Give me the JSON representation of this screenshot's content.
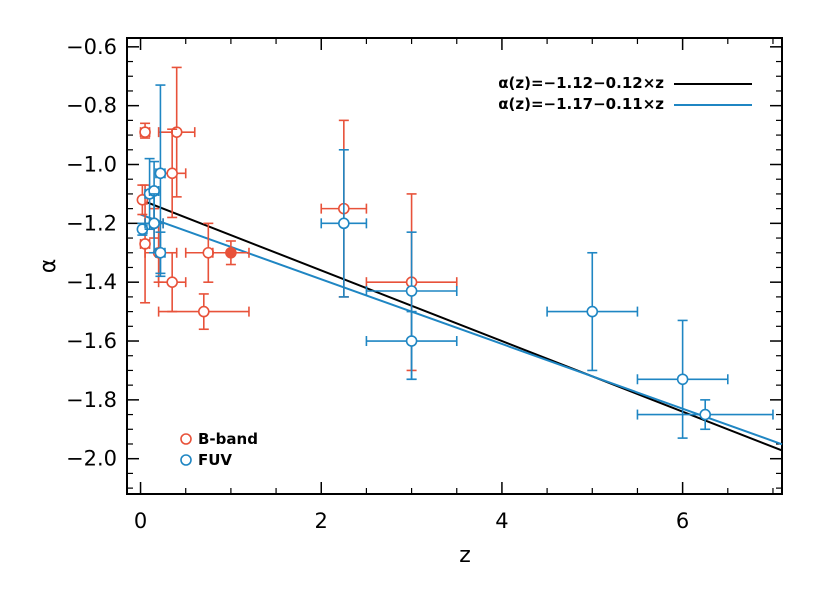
{
  "chart_data": {
    "type": "scatter",
    "xlabel": "z",
    "ylabel": "α",
    "xlim": [
      -0.15,
      7.1
    ],
    "ylim": [
      -2.12,
      -0.57
    ],
    "x_ticks": [
      0,
      2,
      4,
      6
    ],
    "x_tick_labels": [
      "0",
      "2",
      "4",
      "6"
    ],
    "y_ticks": [
      -2.0,
      -1.8,
      -1.6,
      -1.4,
      -1.2,
      -1.0,
      -0.8,
      -0.6
    ],
    "y_tick_labels": [
      "−2.0",
      "−1.8",
      "−1.6",
      "−1.4",
      "−1.2",
      "−1.0",
      "−0.8",
      "−0.6"
    ],
    "grid": false,
    "colors": {
      "bband": "#e8523a",
      "fuv": "#1f86c3",
      "fit_black": "#000000"
    },
    "fit_lines": [
      {
        "label": "α(z)=−1.12−0.12×z",
        "intercept": -1.12,
        "slope": -0.12,
        "color": "#000000"
      },
      {
        "label": "α(z)=−1.17−0.11×z",
        "intercept": -1.17,
        "slope": -0.11,
        "color": "#1f86c3"
      }
    ],
    "series": [
      {
        "name": "B-band",
        "color": "#e8523a",
        "points": [
          {
            "x": 0.05,
            "y": -0.89,
            "xerr": [
              0.05,
              0.05
            ],
            "yerr": [
              0.02,
              0.03
            ]
          },
          {
            "x": 0.02,
            "y": -1.12,
            "xerr": [
              0.0,
              0.05
            ],
            "yerr": [
              0.05,
              0.05
            ]
          },
          {
            "x": 0.05,
            "y": -1.27,
            "xerr": [
              0.05,
              0.05
            ],
            "yerr": [
              0.2,
              0.2
            ]
          },
          {
            "x": 0.4,
            "y": -0.89,
            "xerr": [
              0.2,
              0.2
            ],
            "yerr": [
              0.22,
              0.22
            ]
          },
          {
            "x": 0.35,
            "y": -1.03,
            "xerr": [
              0.15,
              0.15
            ],
            "yerr": [
              0.15,
              0.15
            ]
          },
          {
            "x": 0.15,
            "y": -1.2,
            "xerr": [
              0.1,
              0.1
            ],
            "yerr": [
              0.05,
              0.05
            ]
          },
          {
            "x": 0.2,
            "y": -1.3,
            "xerr": [
              0.15,
              0.2
            ],
            "yerr": [
              0.1,
              0.1
            ]
          },
          {
            "x": 0.35,
            "y": -1.4,
            "xerr": [
              0.15,
              0.15
            ],
            "yerr": [
              0.1,
              0.1
            ]
          },
          {
            "x": 0.7,
            "y": -1.5,
            "xerr": [
              0.5,
              0.5
            ],
            "yerr": [
              0.06,
              0.06
            ]
          },
          {
            "x": 0.75,
            "y": -1.3,
            "xerr": [
              0.25,
              0.25
            ],
            "yerr": [
              0.1,
              0.1
            ]
          },
          {
            "x": 1.0,
            "y": -1.3,
            "xerr": [
              0.2,
              0.2
            ],
            "yerr": [
              0.04,
              0.04
            ],
            "filled": true
          },
          {
            "x": 2.25,
            "y": -1.15,
            "xerr": [
              0.25,
              0.25
            ],
            "yerr": [
              0.3,
              0.3
            ]
          },
          {
            "x": 3.0,
            "y": -1.4,
            "xerr": [
              0.5,
              0.5
            ],
            "yerr": [
              0.3,
              0.3
            ]
          }
        ]
      },
      {
        "name": "FUV",
        "color": "#1f86c3",
        "points": [
          {
            "x": 0.02,
            "y": -1.22,
            "xerr": [
              0.0,
              0.05
            ],
            "yerr": [
              0.02,
              0.02
            ]
          },
          {
            "x": 0.1,
            "y": -1.1,
            "xerr": [
              0.05,
              0.05
            ],
            "yerr": [
              0.12,
              0.12
            ]
          },
          {
            "x": 0.15,
            "y": -1.09,
            "xerr": [
              0.05,
              0.05
            ],
            "yerr": [
              0.1,
              0.1
            ]
          },
          {
            "x": 0.15,
            "y": -1.2,
            "xerr": [
              0.1,
              0.1
            ],
            "yerr": [
              0.1,
              0.1
            ]
          },
          {
            "x": 0.22,
            "y": -1.03,
            "xerr": [
              0.05,
              0.05
            ],
            "yerr": [
              0.35,
              0.3
            ]
          },
          {
            "x": 0.22,
            "y": -1.3,
            "xerr": [
              0.05,
              0.05
            ],
            "yerr": [
              0.07,
              0.07
            ]
          },
          {
            "x": 2.25,
            "y": -1.2,
            "xerr": [
              0.25,
              0.25
            ],
            "yerr": [
              0.25,
              0.25
            ]
          },
          {
            "x": 3.0,
            "y": -1.43,
            "xerr": [
              0.5,
              0.5
            ],
            "yerr": [
              0.3,
              0.2
            ]
          },
          {
            "x": 3.0,
            "y": -1.6,
            "xerr": [
              0.5,
              0.5
            ],
            "yerr": [
              0.13,
              0.1
            ]
          },
          {
            "x": 5.0,
            "y": -1.5,
            "xerr": [
              0.5,
              0.5
            ],
            "yerr": [
              0.2,
              0.2
            ]
          },
          {
            "x": 6.0,
            "y": -1.73,
            "xerr": [
              0.5,
              0.5
            ],
            "yerr": [
              0.2,
              0.2
            ]
          },
          {
            "x": 6.25,
            "y": -1.85,
            "xerr": [
              0.75,
              0.75
            ],
            "yerr": [
              0.05,
              0.05
            ]
          }
        ]
      }
    ]
  }
}
